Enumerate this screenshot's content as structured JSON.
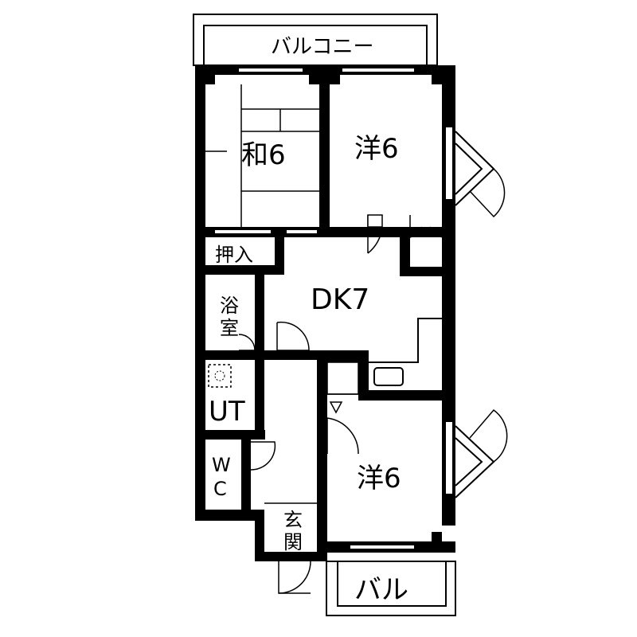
{
  "rooms": {
    "balcony_top": "バルコニー",
    "washitsu": "和6",
    "youshitsu_top": "洋6",
    "oshiire": "押入",
    "dk": "DK7",
    "bath_1": "浴",
    "bath_2": "室",
    "ut": "UT",
    "wc_1": "W",
    "wc_2": "C",
    "genkan_1": "玄",
    "genkan_2": "関",
    "youshitsu_bottom": "洋6",
    "balcony_bottom": "バル"
  }
}
